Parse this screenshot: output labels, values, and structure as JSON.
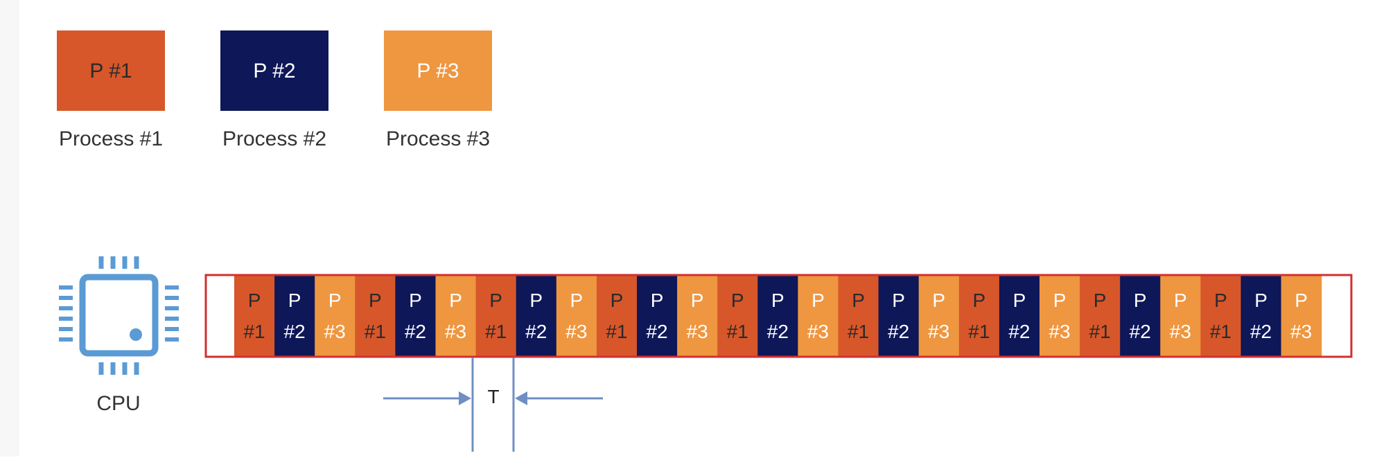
{
  "legend": [
    {
      "box_label": "P #1",
      "caption": "Process #1",
      "color": "#d7572a",
      "text_color": "#2a2a2a"
    },
    {
      "box_label": "P #2",
      "caption": "Process #2",
      "color": "#0e1758",
      "text_color": "#ffffff"
    },
    {
      "box_label": "P #3",
      "caption": "Process #3",
      "color": "#ef9640",
      "text_color": "#ffffff"
    }
  ],
  "cpu": {
    "label": "CPU",
    "icon": "cpu-chip-icon",
    "icon_color": "#5b9bd5"
  },
  "timeline": {
    "border_color": "#d03030",
    "slices": [
      {
        "top": "P",
        "bottom": "#1",
        "process": 1
      },
      {
        "top": "P",
        "bottom": "#2",
        "process": 2
      },
      {
        "top": "P",
        "bottom": "#3",
        "process": 3
      },
      {
        "top": "P",
        "bottom": "#1",
        "process": 1
      },
      {
        "top": "P",
        "bottom": "#2",
        "process": 2
      },
      {
        "top": "P",
        "bottom": "#3",
        "process": 3
      },
      {
        "top": "P",
        "bottom": "#1",
        "process": 1
      },
      {
        "top": "P",
        "bottom": "#2",
        "process": 2
      },
      {
        "top": "P",
        "bottom": "#3",
        "process": 3
      },
      {
        "top": "P",
        "bottom": "#1",
        "process": 1
      },
      {
        "top": "P",
        "bottom": "#2",
        "process": 2
      },
      {
        "top": "P",
        "bottom": "#3",
        "process": 3
      },
      {
        "top": "P",
        "bottom": "#1",
        "process": 1
      },
      {
        "top": "P",
        "bottom": "#2",
        "process": 2
      },
      {
        "top": "P",
        "bottom": "#3",
        "process": 3
      },
      {
        "top": "P",
        "bottom": "#1",
        "process": 1
      },
      {
        "top": "P",
        "bottom": "#2",
        "process": 2
      },
      {
        "top": "P",
        "bottom": "#3",
        "process": 3
      },
      {
        "top": "P",
        "bottom": "#1",
        "process": 1
      },
      {
        "top": "P",
        "bottom": "#2",
        "process": 2
      },
      {
        "top": "P",
        "bottom": "#3",
        "process": 3
      },
      {
        "top": "P",
        "bottom": "#1",
        "process": 1
      },
      {
        "top": "P",
        "bottom": "#2",
        "process": 2
      },
      {
        "top": "P",
        "bottom": "#3",
        "process": 3
      },
      {
        "top": "P",
        "bottom": "#1",
        "process": 1
      },
      {
        "top": "P",
        "bottom": "#2",
        "process": 2
      },
      {
        "top": "P",
        "bottom": "#3",
        "process": 3
      }
    ]
  },
  "quantum": {
    "label": "T",
    "color": "#6f8fc4"
  }
}
